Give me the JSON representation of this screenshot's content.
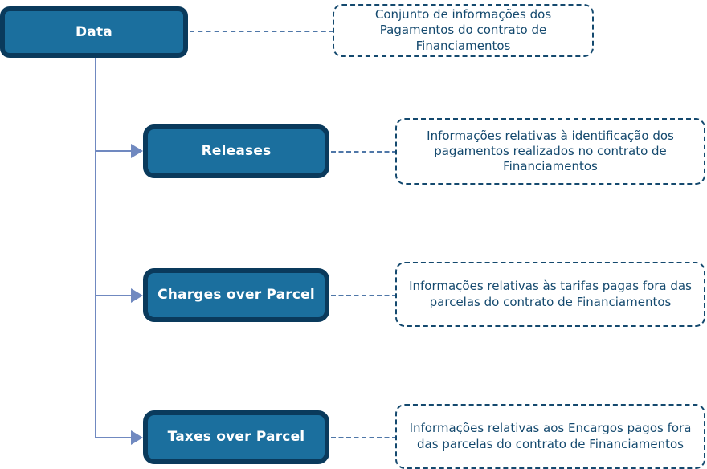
{
  "diagram": {
    "type": "hierarchy-tree",
    "colors": {
      "node_fill": "#1b6f9e",
      "node_border": "#0a3a5c",
      "node_text": "#ffffff",
      "note_border": "#14496e",
      "note_text": "#14496e",
      "connector": "#7089c0",
      "dashed_connector": "#4f77a8",
      "background": "#ffffff"
    },
    "root": {
      "label": "Data",
      "note": "Conjunto de informações dos Pagamentos do contrato de Financiamentos"
    },
    "children": [
      {
        "label": "Releases",
        "note": "Informações relativas à identificação dos pagamentos realizados no contrato de Financiamentos"
      },
      {
        "label": "Charges over Parcel",
        "note": "Informações relativas às tarifas pagas fora das parcelas do contrato de Financiamentos"
      },
      {
        "label": "Taxes over Parcel",
        "note": "Informações relativas aos Encargos pagos fora das parcelas do contrato de Financiamentos"
      }
    ]
  }
}
